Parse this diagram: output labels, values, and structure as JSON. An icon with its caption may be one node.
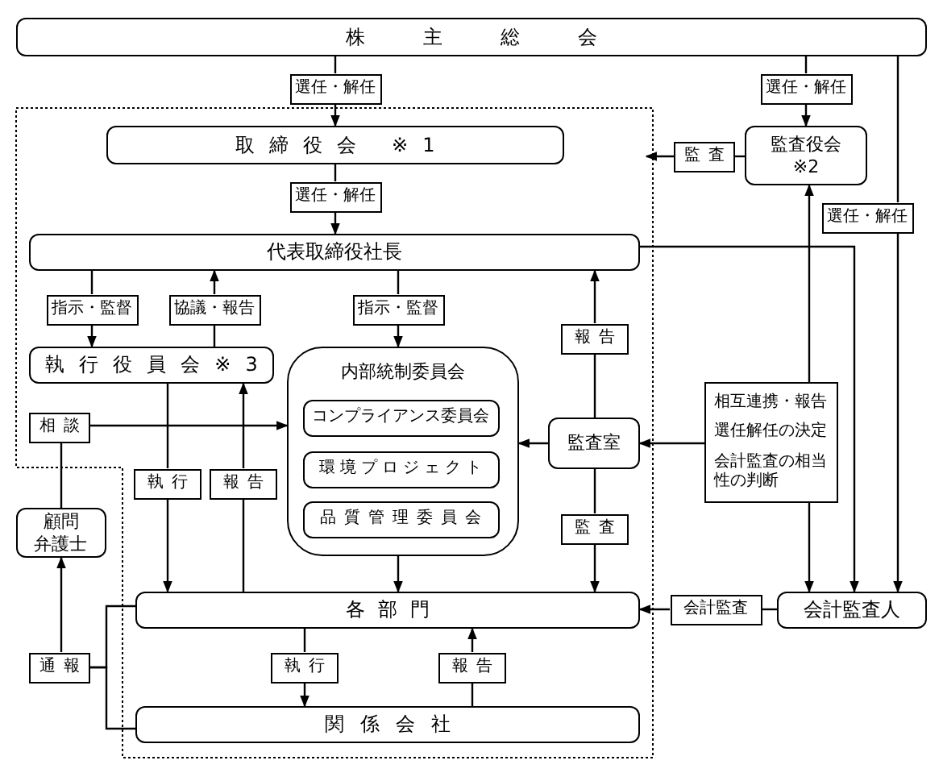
{
  "diagram": {
    "nodes": [
      {
        "text": [
          "株主総会"
        ]
      },
      {
        "text": [
          "選任・解任"
        ]
      },
      {
        "text": [
          "選任・解任"
        ]
      },
      {
        "text": [
          "取締役会 ※1"
        ]
      },
      {
        "text": [
          "監査"
        ]
      },
      {
        "text": [
          "監査役会",
          "※2"
        ]
      },
      {
        "text": [
          "選任・解任"
        ]
      },
      {
        "text": [
          "選任・解任"
        ]
      },
      {
        "text": [
          "代表取締役社長"
        ]
      },
      {
        "text": [
          "指示・監督"
        ]
      },
      {
        "text": [
          "協議・報告"
        ]
      },
      {
        "text": [
          "指示・監督"
        ]
      },
      {
        "text": [
          "報告"
        ]
      },
      {
        "text": [
          "執行役員会※3"
        ]
      },
      {
        "text": [
          "内部統制委員会"
        ]
      },
      {
        "text": [
          "コンプライアンス委員会"
        ],
        "in": 14
      },
      {
        "text": [
          "環境プロジェクト"
        ],
        "in": 14
      },
      {
        "text": [
          "品質管理委員会"
        ],
        "in": 14
      },
      {
        "text": [
          "相談"
        ]
      },
      {
        "text": [
          "監査室"
        ]
      },
      {
        "text": [
          "相互連携・報告",
          "選任解任の決定",
          "会計監査の相当性の判断"
        ]
      },
      {
        "text": [
          "執行"
        ]
      },
      {
        "text": [
          "報告"
        ]
      },
      {
        "text": [
          "顧問弁護士"
        ]
      },
      {
        "text": [
          "監査"
        ]
      },
      {
        "text": [
          "各部門"
        ]
      },
      {
        "text": [
          "会計監査"
        ]
      },
      {
        "text": [
          "会計監査人"
        ]
      },
      {
        "text": [
          "通報"
        ]
      },
      {
        "text": [
          "執行"
        ]
      },
      {
        "text": [
          "報告"
        ]
      },
      {
        "text": [
          "関係会社"
        ]
      }
    ],
    "edges": [
      {
        "from": 0,
        "to": 1,
        "arrow": "none"
      },
      {
        "from": 1,
        "to": 3,
        "arrow": "to"
      },
      {
        "from": 0,
        "to": 2,
        "arrow": "none"
      },
      {
        "from": 2,
        "to": 5,
        "arrow": "to"
      },
      {
        "from": 0,
        "to": 6,
        "arrow": "none"
      },
      {
        "from": 6,
        "to": 27,
        "arrow": "to"
      },
      {
        "from": 3,
        "to": 7,
        "arrow": "none"
      },
      {
        "from": 7,
        "to": 8,
        "arrow": "to"
      },
      {
        "from": 5,
        "to": 4,
        "arrow": "none"
      },
      {
        "from": 4,
        "to": null,
        "arrow": "to"
      },
      {
        "from": 8,
        "to": 9,
        "arrow": "none"
      },
      {
        "from": 9,
        "to": 13,
        "arrow": "to"
      },
      {
        "from": 13,
        "to": 10,
        "arrow": "none"
      },
      {
        "from": 10,
        "to": 8,
        "arrow": "to"
      },
      {
        "from": 8,
        "to": 11,
        "arrow": "none"
      },
      {
        "from": 11,
        "to": 14,
        "arrow": "to"
      },
      {
        "from": 19,
        "to": 12,
        "arrow": "none"
      },
      {
        "from": 12,
        "to": 8,
        "arrow": "to"
      },
      {
        "from": 8,
        "to": 27,
        "arrow": "to"
      },
      {
        "from": 20,
        "to": 5,
        "arrow": "to"
      },
      {
        "from": 20,
        "to": 27,
        "arrow": "to"
      },
      {
        "from": 20,
        "to": 19,
        "arrow": "to"
      },
      {
        "from": 19,
        "to": 14,
        "arrow": "to"
      },
      {
        "from": 19,
        "to": 24,
        "arrow": "none"
      },
      {
        "from": 24,
        "to": 25,
        "arrow": "to"
      },
      {
        "from": 23,
        "to": 18,
        "arrow": "none"
      },
      {
        "from": 18,
        "to": 14,
        "arrow": "to"
      },
      {
        "from": 13,
        "to": 21,
        "arrow": "none"
      },
      {
        "from": 21,
        "to": 25,
        "arrow": "to"
      },
      {
        "from": 25,
        "to": 22,
        "arrow": "none"
      },
      {
        "from": 22,
        "to": 13,
        "arrow": "to"
      },
      {
        "from": 14,
        "to": 25,
        "arrow": "to"
      },
      {
        "from": 25,
        "to": 29,
        "arrow": "none"
      },
      {
        "from": 29,
        "to": 31,
        "arrow": "to"
      },
      {
        "from": 31,
        "to": 30,
        "arrow": "none"
      },
      {
        "from": 30,
        "to": 25,
        "arrow": "to"
      },
      {
        "from": 27,
        "to": 26,
        "arrow": "none"
      },
      {
        "from": 26,
        "to": 25,
        "arrow": "to"
      },
      {
        "from": 25,
        "to": 28,
        "arrow": "none"
      },
      {
        "from": 31,
        "to": 28,
        "arrow": "none"
      },
      {
        "from": 28,
        "to": 23,
        "arrow": "to"
      }
    ]
  }
}
